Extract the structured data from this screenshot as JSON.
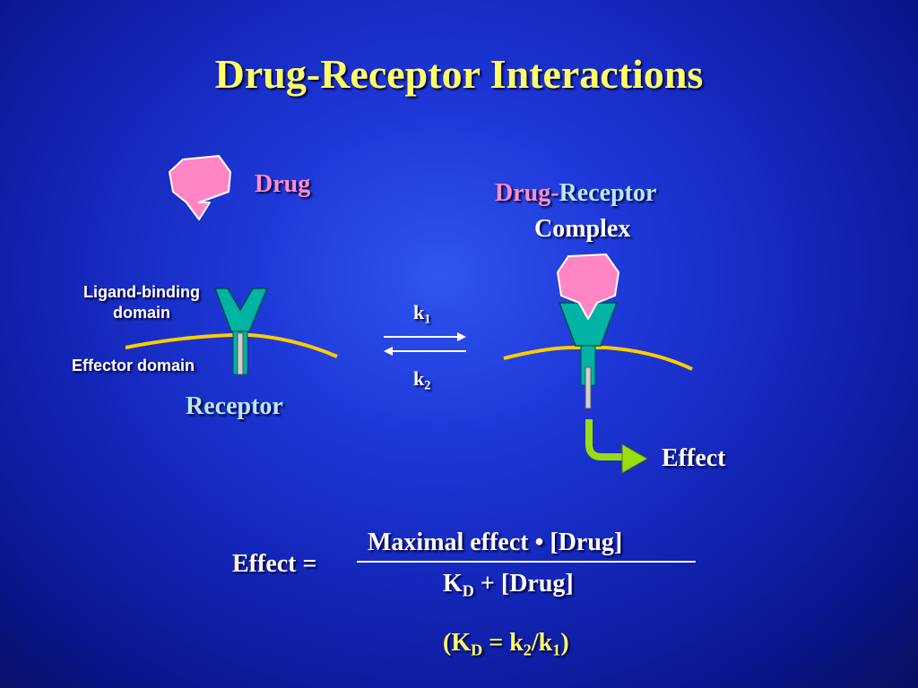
{
  "slide": {
    "title": "Drug-Receptor Interactions"
  },
  "labels": {
    "drug": "Drug",
    "complex_part1": "Drug",
    "complex_dash": "-",
    "complex_part2": "Receptor",
    "complex_line2": "Complex",
    "ligand_line1": "Ligand-binding",
    "ligand_line2": "domain",
    "effector_domain": "Effector domain",
    "receptor": "Receptor",
    "k": "k",
    "k1_sub": "1",
    "k2_sub": "2",
    "effect": "Effect"
  },
  "equation": {
    "lhs": "Effect =",
    "numerator": "Maximal effect • [Drug]",
    "denominator_K": "K",
    "denominator_sub": "D",
    "denominator_rest": " + [Drug]",
    "kd_open": "(K",
    "kd_sub_D": "D",
    "kd_mid": " = k",
    "kd_sub_2": "2",
    "kd_slash": "/k",
    "kd_sub_1": "1",
    "kd_close": ")"
  },
  "colors": {
    "title": "#ffff66",
    "drug_fill": "#ff80c0",
    "receptor_fill": "#00b0a0",
    "membrane": "#ffcc00",
    "effect_arrow": "#99dd11"
  }
}
